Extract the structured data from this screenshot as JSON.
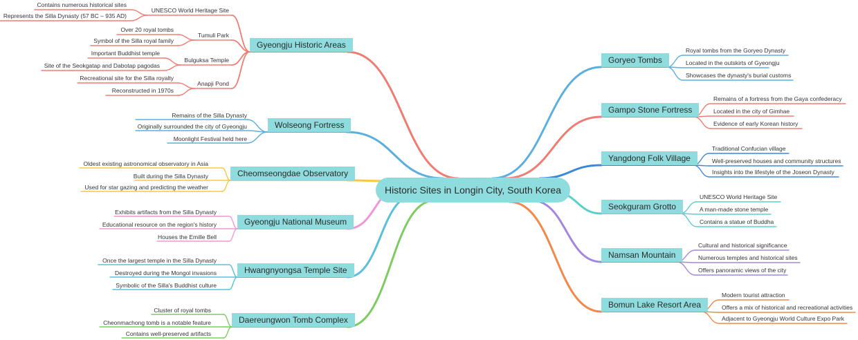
{
  "root": {
    "label": "Historic Sites in Longin City, South Korea"
  },
  "left_branches": [
    {
      "label": "Gyeongju Historic Areas",
      "color": "#f07b72",
      "children": [
        {
          "label": "UNESCO World Heritage Site",
          "children": [
            "Contains numerous historical sites",
            "Represents the Silla Dynasty (57 BC – 935 AD)"
          ]
        },
        {
          "label": "Tumuli Park",
          "children": [
            "Over 20 royal tombs",
            "Symbol of the Silla royal family"
          ]
        },
        {
          "label": "Bulguksa Temple",
          "children": [
            "Important Buddhist temple",
            "Site of the Seokgatap and Dabotap pagodas"
          ]
        },
        {
          "label": "Anapji Pond",
          "children": [
            "Recreational site for the Silla royalty",
            "Reconstructed in 1970s"
          ]
        }
      ]
    },
    {
      "label": "Wolseong Fortress",
      "color": "#5aafe0",
      "leaves": [
        "Remains of the Silla Dynasty",
        "Originally surrounded the city of Gyeongju",
        "Moonlight Festival held here"
      ]
    },
    {
      "label": "Cheomseongdae Observatory",
      "color": "#f5c842",
      "leaves": [
        "Oldest existing astronomical observatory in Asia",
        "Built during the Silla Dynasty",
        "Used for star gazing and predicting the weather"
      ]
    },
    {
      "label": "Gyeongju National Museum",
      "color": "#ee99d5",
      "leaves": [
        "Exhibits artifacts from the Silla Dynasty",
        "Educational resource on the region's history",
        "Houses the Emille Bell"
      ]
    },
    {
      "label": "Hwangnyongsa Temple Site",
      "color": "#5bbfd8",
      "leaves": [
        "Once the largest temple in the Silla Dynasty",
        "Destroyed during the Mongol invasions",
        "Symbolic of the Silla's Buddhist culture"
      ]
    },
    {
      "label": "Daereungwon Tomb Complex",
      "color": "#7ccc62",
      "leaves": [
        "Cluster of royal tombs",
        "Cheonmachong tomb is a notable feature",
        "Contains well-preserved artifacts"
      ]
    }
  ],
  "right_branches": [
    {
      "label": "Goryeo Tombs",
      "color": "#5aafe0",
      "leaves": [
        "Royal tombs from the Goryeo Dynasty",
        "Located in the outskirts of Gyeongju",
        "Showcases the dynasty's burial customs"
      ]
    },
    {
      "label": "Gampo Stone Fortress",
      "color": "#f07b72",
      "leaves": [
        "Remains of a fortress from the Gaya confederacy",
        "Located in the city of Gimhae",
        "Evidence of early Korean history"
      ]
    },
    {
      "label": "Yangdong Folk Village",
      "color": "#3b88d8",
      "leaves": [
        "Traditional Confucian village",
        "Well-preserved houses and community structures",
        "Insights into the lifestyle of the Joseon Dynasty"
      ]
    },
    {
      "label": "Seokguram Grotto",
      "color": "#58d0cb",
      "leaves": [
        "UNESCO World Heritage Site",
        "A man-made stone temple",
        "Contains a statue of Buddha"
      ]
    },
    {
      "label": "Namsan Mountain",
      "color": "#a386e0",
      "leaves": [
        "Cultural and historical significance",
        "Numerous temples and historical sites",
        "Offers panoramic views of the city"
      ]
    },
    {
      "label": "Bomun Lake Resort Area",
      "color": "#f2884a",
      "leaves": [
        "Modern tourist attraction",
        "Offers a mix of historical and recreational activities",
        "Adjacent to Gyeongju World Culture Expo Park"
      ]
    }
  ]
}
